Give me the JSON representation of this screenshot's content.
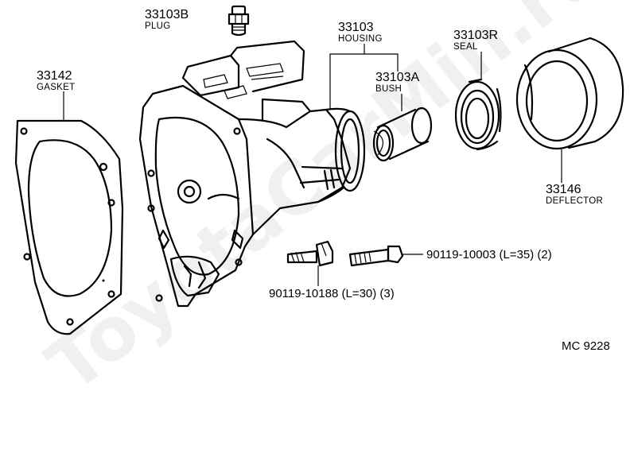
{
  "watermark": "ToyotaCarMin.ru",
  "diagram_code": "MC  9228",
  "parts": {
    "plug": {
      "number": "33103B",
      "name": "PLUG"
    },
    "housing": {
      "number": "33103",
      "name": "HOUSING"
    },
    "bush": {
      "number": "33103A",
      "name": "BUSH"
    },
    "seal": {
      "number": "33103R",
      "name": "SEAL"
    },
    "gasket": {
      "number": "33142",
      "name": "GASKET"
    },
    "deflector": {
      "number": "33146",
      "name": "DEFLECTOR"
    },
    "bolt_35": {
      "label": "90119-10003 (L=35) (2)"
    },
    "bolt_30": {
      "label": "90119-10188 (L=30) (3)"
    }
  }
}
